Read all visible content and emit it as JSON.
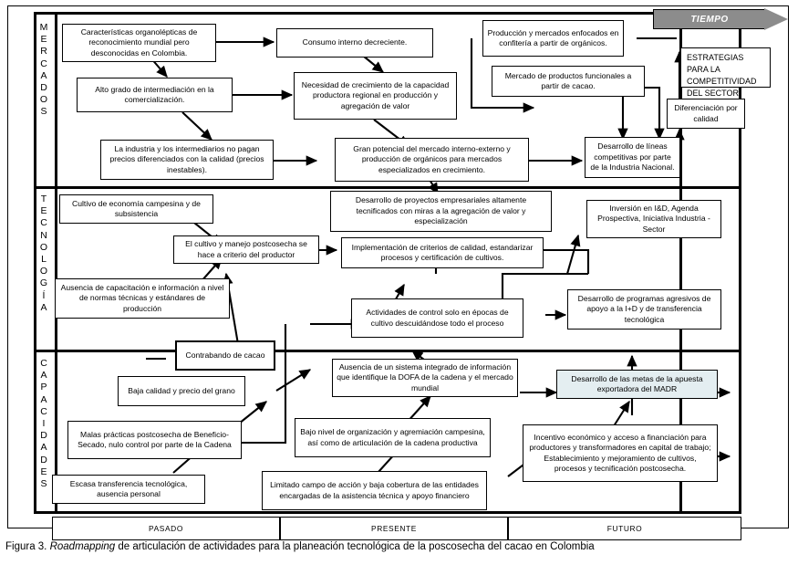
{
  "figure": {
    "tiempo_label": "TIEMPO",
    "caption_prefix": "Figura 3. ",
    "caption_italic": "Roadmapping",
    "caption_rest": " de articulación de actividades para la planeación tecnológica de la poscosecha del cacao en Colombia"
  },
  "colors": {
    "banner": "#8c8c8c",
    "shaded_node": "#e4eef1",
    "line": "#000000",
    "background": "#ffffff"
  },
  "rows": [
    {
      "id": "mercados",
      "label": "MERCADOS"
    },
    {
      "id": "tecnologia",
      "label": "TECNOLOGÍA"
    },
    {
      "id": "capacidades",
      "label": "CAPACIDADES"
    }
  ],
  "timeline": [
    {
      "id": "pasado",
      "label": "PASADO"
    },
    {
      "id": "presente",
      "label": "PRESENTE"
    },
    {
      "id": "futuro",
      "label": "FUTURO"
    }
  ],
  "strategies": {
    "title": "ESTRATEGIAS PARA LA COMPETITIVIDAD DEL SECTOR"
  },
  "nodes": {
    "mercados": [
      {
        "id": "m1",
        "text": "Características organolépticas de reconocimiento mundial pero desconocidas en Colombia."
      },
      {
        "id": "m2",
        "text": "Consumo interno decreciente."
      },
      {
        "id": "m3",
        "text": "Alto grado de intermediación en la comercialización."
      },
      {
        "id": "m4",
        "text": "Necesidad de crecimiento de la capacidad productora regional en producción y agregación de valor"
      },
      {
        "id": "m5",
        "text": "La industria y los intermediarios no pagan precios diferenciados con la calidad (precios inestables)."
      },
      {
        "id": "m6",
        "text": "Gran potencial del mercado interno-externo y producción de orgánicos para mercados especializados en crecimiento."
      },
      {
        "id": "m7",
        "text": "Producción y mercados enfocados en confitería a partir de orgánicos."
      },
      {
        "id": "m8",
        "text": "Mercado de productos funcionales a partir de cacao."
      },
      {
        "id": "m9",
        "text": "Desarrollo de líneas competitivas por parte de la Industria Nacional."
      },
      {
        "id": "m10",
        "text": "Diferenciación por calidad"
      }
    ],
    "tecnologia": [
      {
        "id": "t1",
        "text": "Cultivo de economía campesina y de subsistencia"
      },
      {
        "id": "t2",
        "text": "El cultivo y manejo postcosecha se hace a criterio del productor"
      },
      {
        "id": "t3",
        "text": "Ausencia de capacitación e información a nivel de normas técnicas y estándares de producción"
      },
      {
        "id": "t4",
        "text": "Desarrollo de proyectos empresariales altamente tecnificados con miras a la agregación de valor y especialización"
      },
      {
        "id": "t5",
        "text": "Implementación de criterios de calidad, estandarizar procesos y certificación de cultivos."
      },
      {
        "id": "t6",
        "text": "Actividades de control solo en épocas de cultivo descuidándose todo el proceso"
      },
      {
        "id": "t7",
        "text": "Inversión en I&D, Agenda Prospectiva, Iniciativa Industria -Sector"
      },
      {
        "id": "t8",
        "text": "Desarrollo de programas agresivos de apoyo a la I+D y de transferencia tecnológica"
      }
    ],
    "capacidades": [
      {
        "id": "c0",
        "text": "Contrabando de cacao"
      },
      {
        "id": "c1",
        "text": "Baja calidad y precio del grano"
      },
      {
        "id": "c2",
        "text": "Malas prácticas postcosecha de Beneficio-Secado, nulo control por parte de la Cadena"
      },
      {
        "id": "c3",
        "text": "Escasa transferencia tecnológica, ausencia personal"
      },
      {
        "id": "c4",
        "text": "Ausencia de un sistema integrado de información que identifique la DOFA de la cadena y el mercado mundial"
      },
      {
        "id": "c5",
        "text": "Bajo nivel de organización y agremiación campesina, así como de articulación de la cadena productiva"
      },
      {
        "id": "c6",
        "text": "Limitado campo de acción y baja cobertura de las entidades encargadas de la asistencia técnica y apoyo financiero"
      },
      {
        "id": "c7",
        "text": "Desarrollo de las metas de la apuesta exportadora del MADR"
      },
      {
        "id": "c8",
        "text": "Incentivo económico y acceso a financiación para productores y transformadores en capital de trabajo; Establecimiento y mejoramiento de cultivos, procesos y tecnificación postcosecha."
      }
    ]
  }
}
